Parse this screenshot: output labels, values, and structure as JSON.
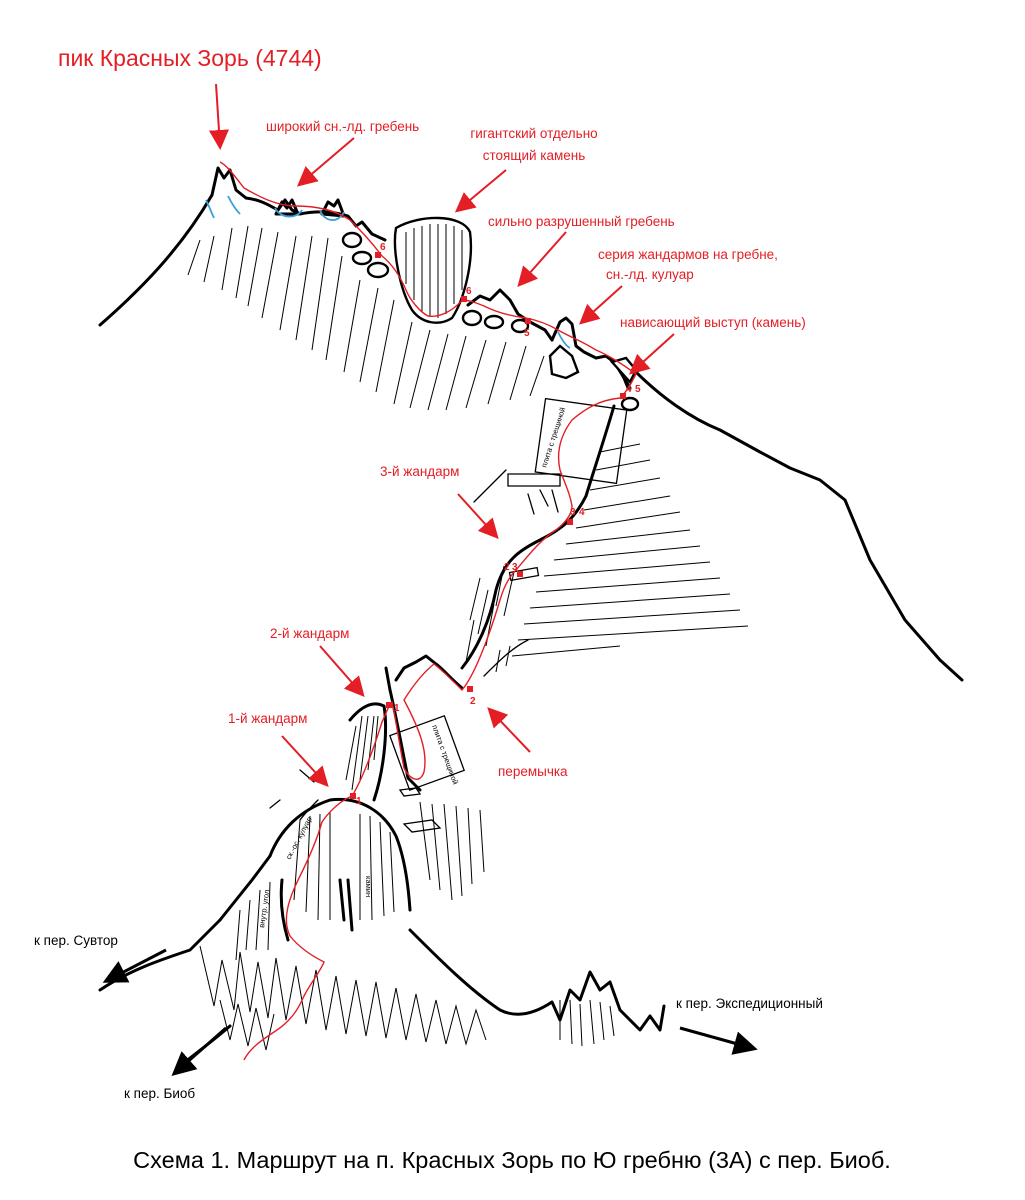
{
  "peak_title": "пик Красных Зорь (4744)",
  "labels": {
    "wide_ridge": "широкий сн.-лд. гребень",
    "giant_stone_l1": "гигантский отдельно",
    "giant_stone_l2": "стоящий камень",
    "destroyed_ridge": "сильно разрушенный гребень",
    "gendarmes_l1": "серия жандармов на гребне,",
    "gendarmes_l2": "сн.-лд. кулуар",
    "overhang": "нависающий выступ (камень)",
    "gendarme3": "3-й жандарм",
    "gendarme2": "2-й жандарм",
    "gendarme1": "1-й жандарм",
    "saddle": "перемычка",
    "pass_sutvor": "к пер. Сувтор",
    "pass_biob": "к пер. Биоб",
    "pass_exped": "к пер. Экспедиционный"
  },
  "small_labels": {
    "crack_slab_upper": "плита с трещиной",
    "crack_slab_lower": "плита с трещиной",
    "couloir": "ск.-ос. кулуар",
    "inner_corner": "внутр. угол",
    "chimney": "камин"
  },
  "belay_numbers": [
    "6",
    "6",
    "5",
    "4",
    "5",
    "3",
    "4",
    "2",
    "3",
    "2",
    "1",
    "1"
  ],
  "caption": "Схема 1. Маршрут на п. Красных Зорь по Ю гребню (3А) с пер. Биоб.",
  "colors": {
    "route": "#e31e24",
    "labels": "#e31e24",
    "ice": "#3aa0d8",
    "lines": "#000000"
  }
}
